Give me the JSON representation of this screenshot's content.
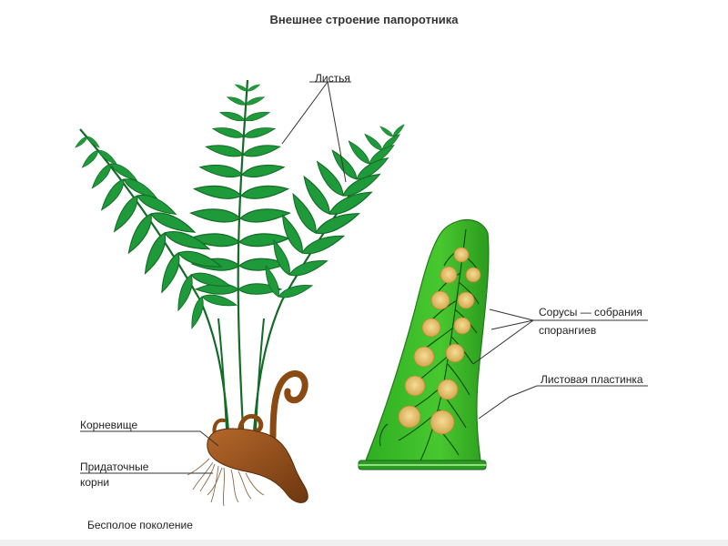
{
  "diagram": {
    "title": "Внешнее строение папоротника",
    "labels": {
      "leaves": "Листья",
      "rhizome": "Корневище",
      "roots_line1": "Придаточные",
      "roots_line2": "корни",
      "asexual": "Бесполое поколение",
      "sori_line1": "Сорусы — собрания",
      "sori_line2": "спорангиев",
      "blade": "Листовая пластинка"
    },
    "colors": {
      "leaf_green": "#1e9a3a",
      "leaf_dark": "#136b27",
      "blade_green": "#3fbf2a",
      "sorus": "#e8c46a",
      "rhizome_brown": "#8a4a12"
    }
  }
}
